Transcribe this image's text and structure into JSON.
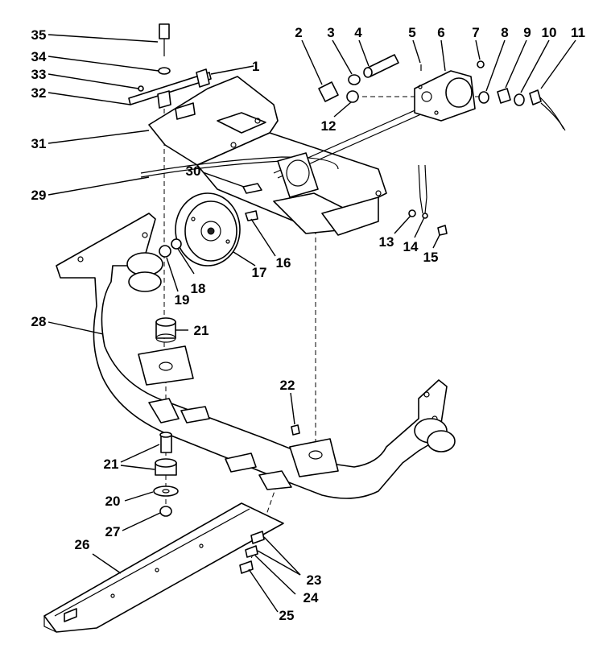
{
  "diagram": {
    "callouts": [
      "1",
      "2",
      "3",
      "4",
      "5",
      "6",
      "7",
      "8",
      "9",
      "10",
      "11",
      "12",
      "13",
      "14",
      "15",
      "16",
      "17",
      "18",
      "19",
      "20",
      "21",
      "21",
      "22",
      "23",
      "24",
      "25",
      "26",
      "27",
      "28",
      "29",
      "30",
      "31",
      "32",
      "33",
      "34",
      "35"
    ]
  }
}
